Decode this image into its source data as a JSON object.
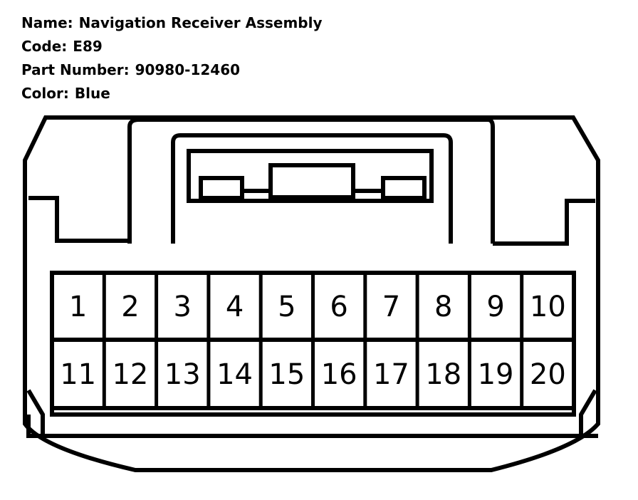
{
  "info": {
    "name_label": "Name:",
    "name_value": "Navigation Receiver Assembly",
    "code_label": "Code:",
    "code_value": "E89",
    "part_label": "Part Number:",
    "part_value": "90980-12460",
    "color_label": "Color:",
    "color_value": "Blue"
  },
  "connector": {
    "pins_row1": [
      "1",
      "2",
      "3",
      "4",
      "5",
      "6",
      "7",
      "8",
      "9",
      "10"
    ],
    "pins_row2": [
      "11",
      "12",
      "13",
      "14",
      "15",
      "16",
      "17",
      "18",
      "19",
      "20"
    ]
  }
}
